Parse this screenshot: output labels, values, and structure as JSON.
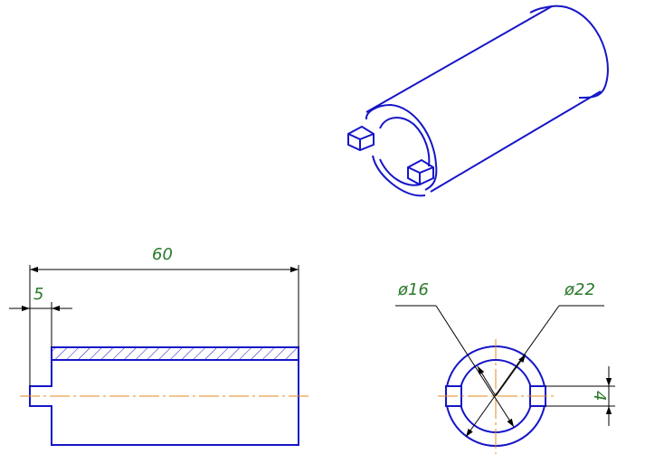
{
  "dimensions": {
    "length_total": "60",
    "step_length": "5",
    "inner_diameter": "ø16",
    "outer_diameter": "ø22",
    "slot_width": "4"
  },
  "colors": {
    "part": "#1515c8",
    "center": "#e08a1c",
    "dimension": "#000000",
    "dimtext": "#2a7a2a",
    "hatch": "#1515c8"
  }
}
